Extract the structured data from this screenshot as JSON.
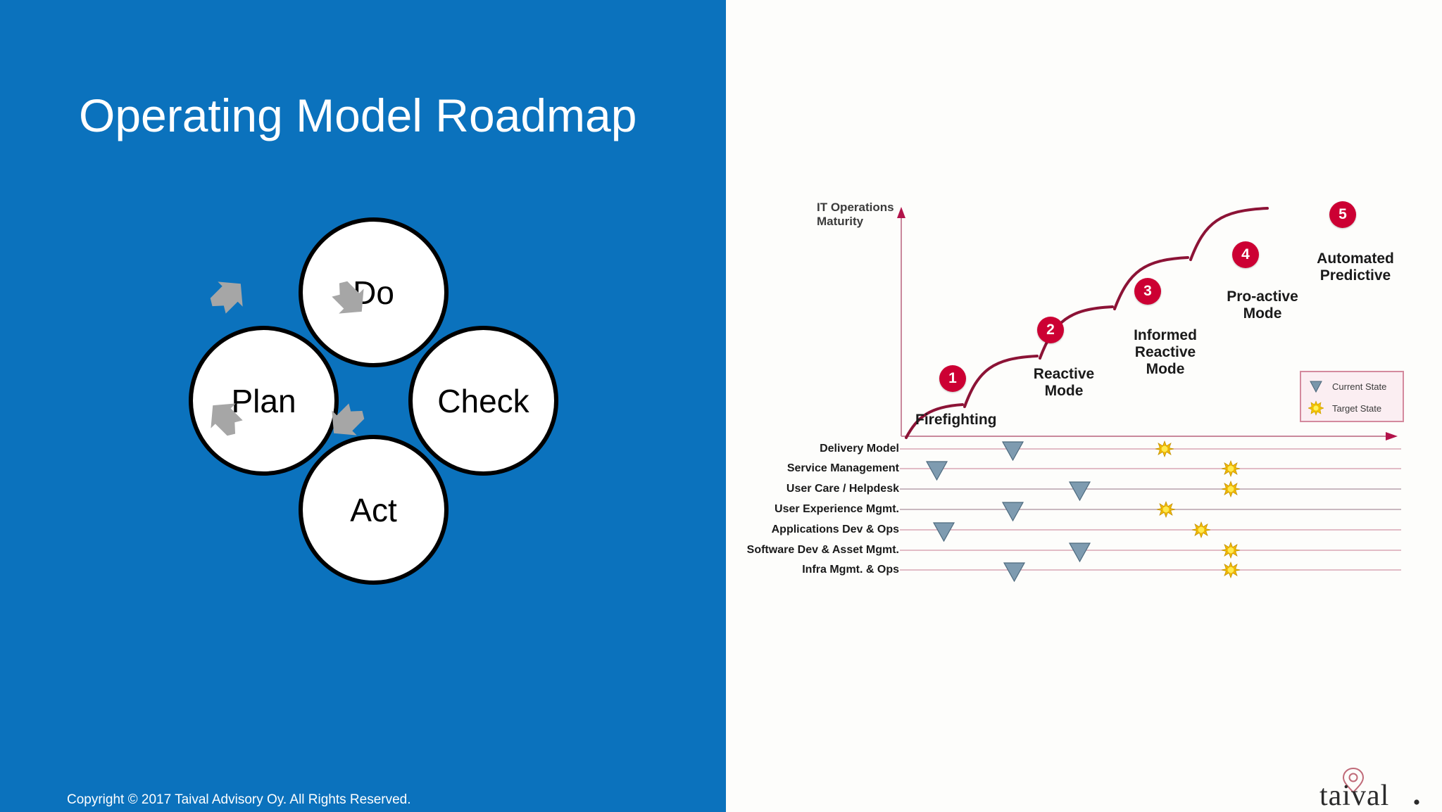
{
  "slide": {
    "title": "Operating Model Roadmap",
    "copyright": "Copyright © 2017 Taival Advisory Oy. All Rights Reserved.",
    "brand_blue": "#0b72bd",
    "accent_crimson": "#cc0033"
  },
  "pdca": {
    "nodes": [
      {
        "label": "Do"
      },
      {
        "label": "Check"
      },
      {
        "label": "Act"
      },
      {
        "label": "Plan"
      }
    ],
    "arrow_icon": "curved-arrow-icon",
    "arrow_color": "#a6a6a6"
  },
  "logo": {
    "wordmark": "taival",
    "period": ".",
    "pin_icon": "location-pin-icon"
  },
  "chart_data": {
    "type": "line",
    "title": "IT Operations Maturity",
    "ylabel_line1": "IT Operations",
    "ylabel_line2": "Maturity",
    "xlabel": "",
    "grid": false,
    "legend_position": "right",
    "stages": [
      {
        "number": "1",
        "label": "Firefighting",
        "label_lines": [
          "Firefighting"
        ],
        "x": 1,
        "y": 1
      },
      {
        "number": "2",
        "label": "Reactive Mode",
        "label_lines": [
          "Reactive",
          "Mode"
        ],
        "x": 2,
        "y": 2
      },
      {
        "number": "3",
        "label": "Informed Reactive Mode",
        "label_lines": [
          "Informed",
          "Reactive",
          "Mode"
        ],
        "x": 3,
        "y": 3
      },
      {
        "number": "4",
        "label": "Pro-active Mode",
        "label_lines": [
          "Pro-active",
          "Mode"
        ],
        "x": 4,
        "y": 4
      },
      {
        "number": "5",
        "label": "Automated Predictive",
        "label_lines": [
          "Automated",
          "Predictive"
        ],
        "x": 5,
        "y": 5
      }
    ],
    "legend": [
      {
        "marker": "triangle-down-icon",
        "label": "Current State",
        "color": "#7996ab"
      },
      {
        "marker": "starburst-icon",
        "label": "Target State",
        "color": "#f2c200"
      }
    ],
    "capability_rows": [
      {
        "label": "Delivery Model",
        "current": 2.3,
        "target": 4.0
      },
      {
        "label": "Service Management",
        "current": 1.3,
        "target": 5.0
      },
      {
        "label": "User Care / Helpdesk",
        "current": 3.1,
        "target": 5.0
      },
      {
        "label": "User Experience Mgmt.",
        "current": 2.3,
        "target": 4.0
      },
      {
        "label": "Applications  Dev & Ops",
        "current": 1.4,
        "target": 4.5
      },
      {
        "label": "Software Dev & Asset Mgmt.",
        "current": 3.1,
        "target": 5.0
      },
      {
        "label": "Infra Mgmt. & Ops",
        "current": 2.4,
        "target": 5.0
      }
    ],
    "xlim": [
      0,
      5.6
    ],
    "ylim": [
      0,
      5.6
    ]
  }
}
